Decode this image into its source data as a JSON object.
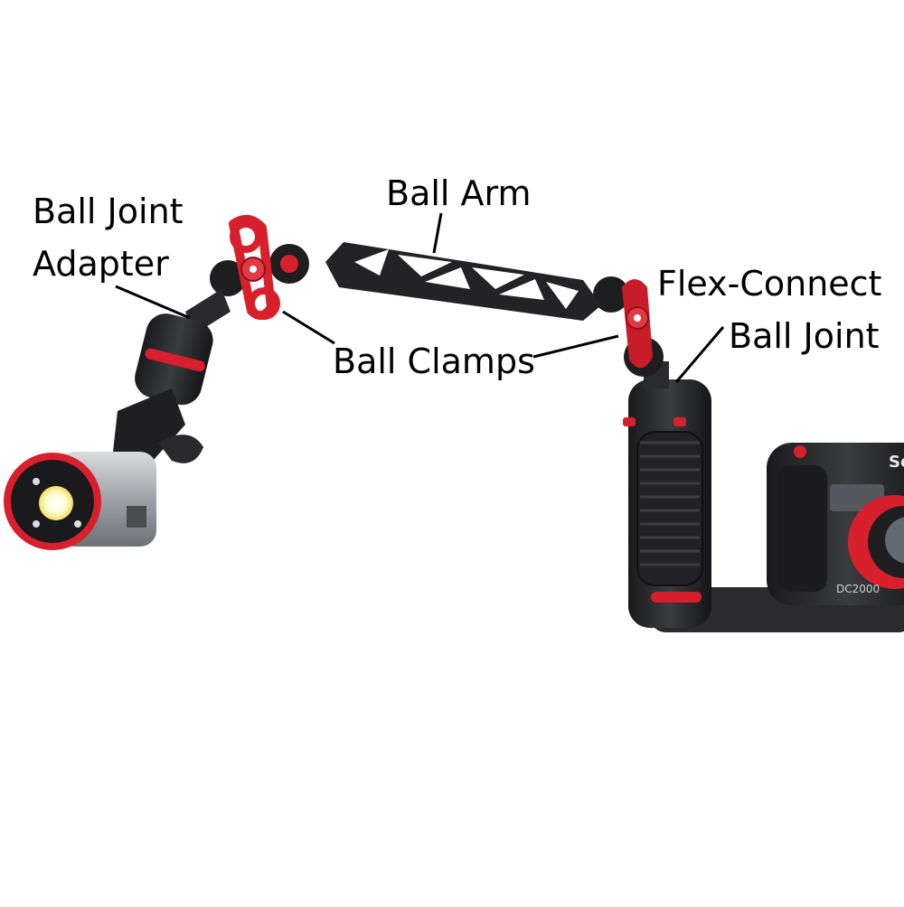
{
  "labels": {
    "ball_joint_adapter_line1": "Ball Joint",
    "ball_joint_adapter_line2": "Adapter",
    "ball_arm": "Ball Arm",
    "ball_clamps": "Ball Clamps",
    "flex_connect_line1": "Flex-Connect",
    "flex_connect_line2": "Ball Joint"
  },
  "camera": {
    "model_text": "DC2000",
    "brand_fragment": "Se"
  },
  "colors": {
    "accent_red": "#d8202c",
    "body_dark": "#2a2a2c",
    "metal": "#b9bcc0",
    "leader": "#000000"
  }
}
